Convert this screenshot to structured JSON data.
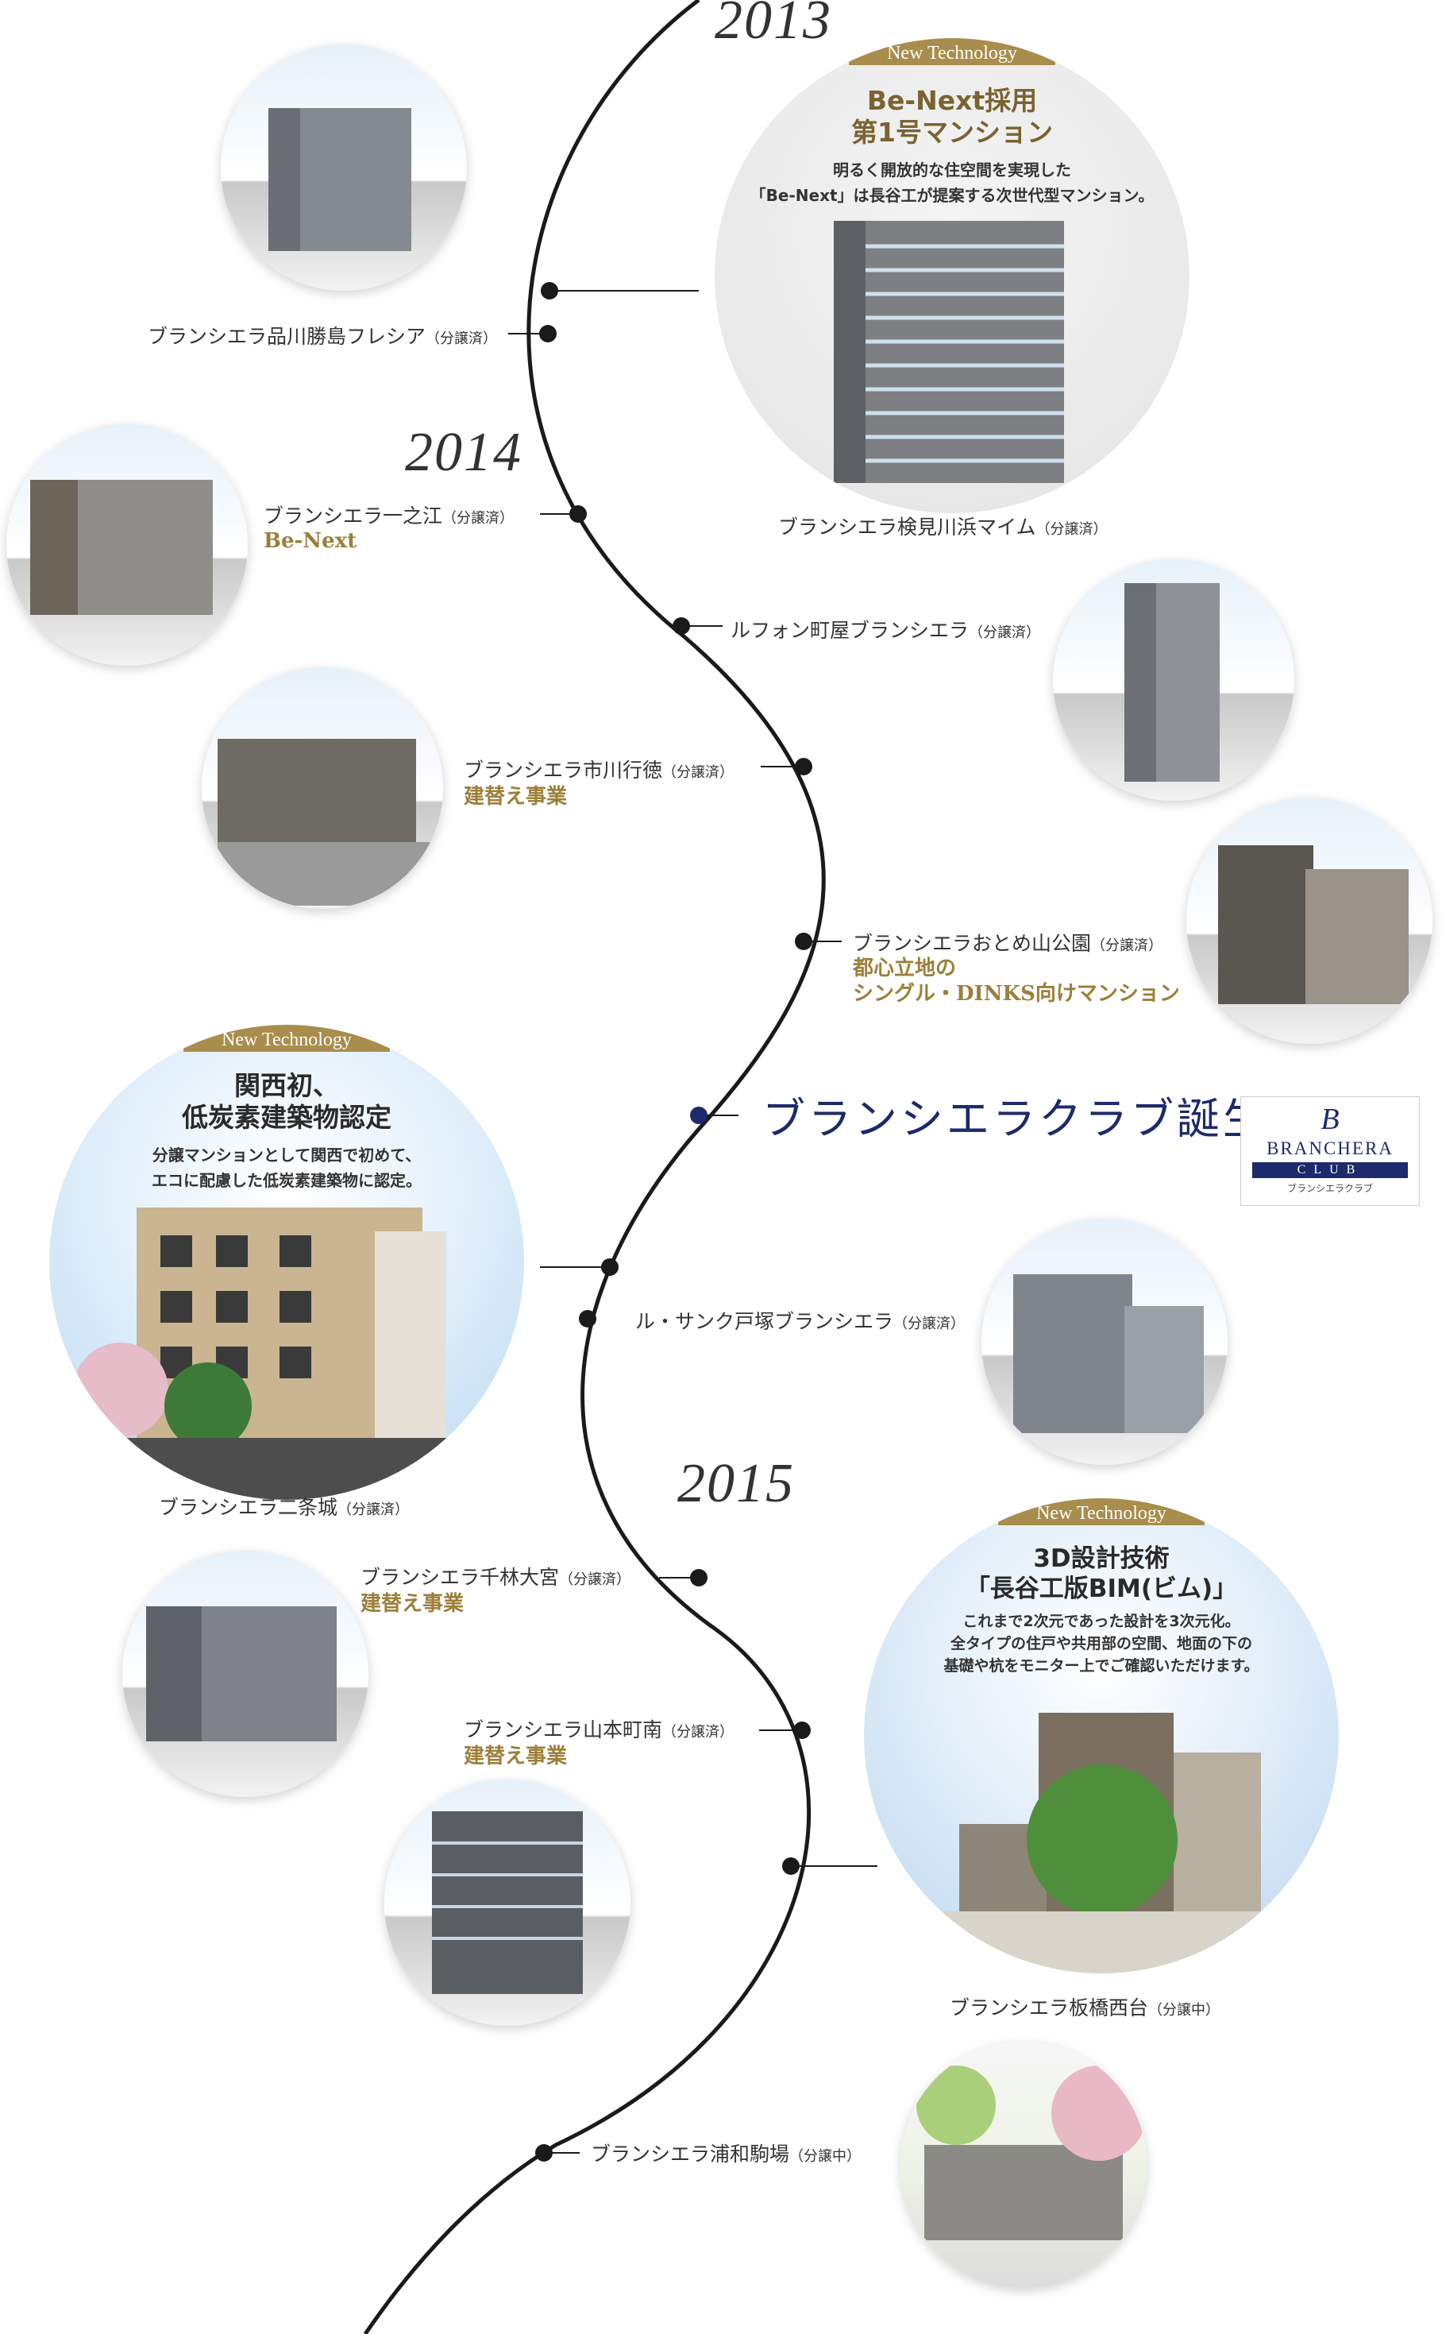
{
  "years": {
    "y2013": "2013",
    "y2014": "2014",
    "y2015": "2015"
  },
  "colors": {
    "line": "#1a1a1a",
    "gold": "#a88d4c",
    "navy": "#1d2a6b"
  },
  "features": {
    "f1": {
      "tag": "New Technology",
      "title": [
        "Be-Next採用",
        "第1号マンション"
      ],
      "desc": [
        "明るく開放的な住空間を実現した",
        "「Be-Next」は長谷工が提案する次世代型マンション。"
      ]
    },
    "f2": {
      "tag": "New Technology",
      "title": [
        "関西初、",
        "低炭素建築物認定"
      ],
      "desc": [
        "分譲マンションとして関西で初めて、",
        "エコに配慮した低炭素建築物に認定。"
      ]
    },
    "f3": {
      "tag": "New Technology",
      "title": [
        "3D設計技術",
        "「長谷工版BIM(ビム)」"
      ],
      "desc": [
        "これまで2次元であった設計を3次元化。",
        "全タイプの住戸や共用部の空間、地面の下の",
        "基礎や杭をモニター上でご確認いただけます。"
      ]
    }
  },
  "properties": [
    {
      "name": "ブランシエラ品川勝島フレシア",
      "status": "（分譲済）",
      "sub": ""
    },
    {
      "name": "ブランシエラ検見川浜マイム",
      "status": "（分譲済）",
      "sub": ""
    },
    {
      "name": "ブランシエラ一之江",
      "status": "（分譲済）",
      "sub": "Be-Next"
    },
    {
      "name": "ルフォン町屋ブランシエラ",
      "status": "（分譲済）",
      "sub": ""
    },
    {
      "name": "ブランシエラ市川行徳",
      "status": "（分譲済）",
      "sub": "建替え事業"
    },
    {
      "name": "ブランシエラおとめ山公園",
      "status": "（分譲済）",
      "sub": "都心立地の|シングル・DINKS向けマンション"
    },
    {
      "name": "ブランシエラ二条城",
      "status": "（分譲済）",
      "sub": ""
    },
    {
      "name": "ル・サンク戸塚ブランシエラ",
      "status": "（分譲済）",
      "sub": ""
    },
    {
      "name": "ブランシエラ千林大宮",
      "status": "（分譲済）",
      "sub": "建替え事業"
    },
    {
      "name": "ブランシエラ山本町南",
      "status": "（分譲済）",
      "sub": "建替え事業"
    },
    {
      "name": "ブランシエラ板橋西台",
      "status": "（分譲中）",
      "sub": ""
    },
    {
      "name": "ブランシエラ浦和駒場",
      "status": "（分譲中）",
      "sub": ""
    }
  ],
  "club": {
    "text": "ブランシエラクラブ誕生",
    "logo_brand": "BRANCHERA",
    "logo_club": "CLUB",
    "logo_kana": "ブランシエラクラブ"
  }
}
